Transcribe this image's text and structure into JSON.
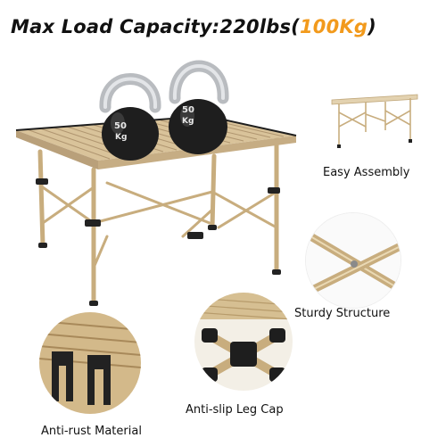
{
  "headline": {
    "prefix": "Max Load Capacity:",
    "load_lbs": "220lbs(",
    "load_kg": "100Kg",
    "suffix": ")"
  },
  "weights": [
    {
      "label_num": "50",
      "label_unit": "Kg"
    },
    {
      "label_num": "50",
      "label_unit": "Kg"
    }
  ],
  "features": [
    {
      "label": "Easy Assembly"
    },
    {
      "label": "Sturdy Structure"
    },
    {
      "label": "Anti-slip Leg Cap"
    },
    {
      "label": "Anti-rust Material"
    }
  ],
  "colors": {
    "accent": "#f29a1c",
    "table_top": "#d9c39a",
    "frame": "#c8ad7e",
    "kettlebell": "#1e1e1e",
    "handle": "#b9bcc0"
  },
  "icons": [
    "kettlebell-icon",
    "folding-table-icon"
  ]
}
